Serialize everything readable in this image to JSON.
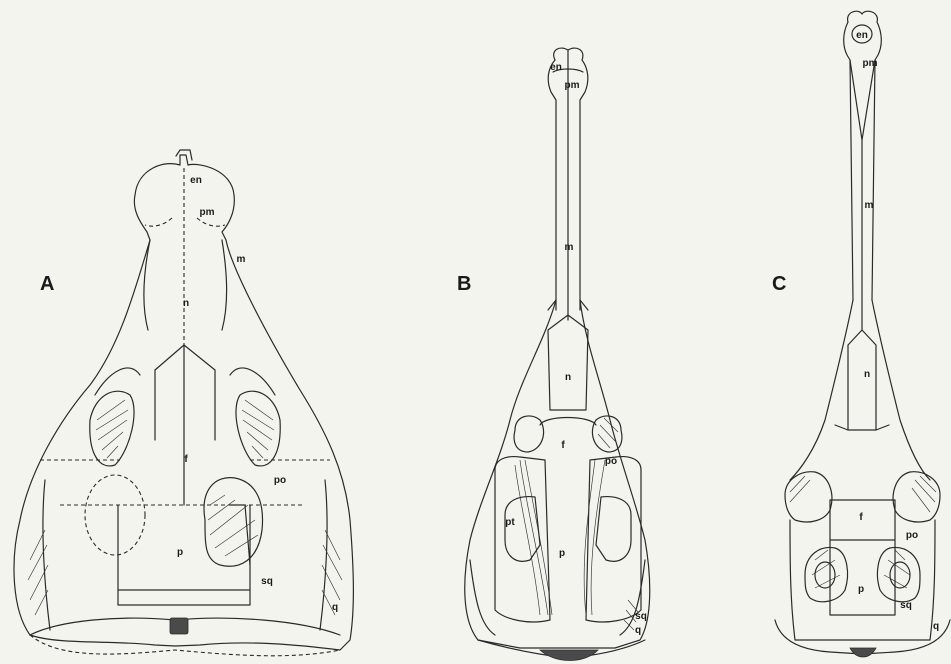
{
  "panels": [
    {
      "id": "A",
      "letter": "A",
      "labels": {
        "en": "en",
        "pm": "pm",
        "m": "m",
        "n": "n",
        "f": "f",
        "po": "po",
        "p": "p",
        "sq": "sq",
        "q": "q"
      }
    },
    {
      "id": "B",
      "letter": "B",
      "labels": {
        "en": "en",
        "pm": "pm",
        "m": "m",
        "n": "n",
        "f": "f",
        "po": "po",
        "pt": "pt",
        "p": "p",
        "sq": "sq",
        "q": "q"
      }
    },
    {
      "id": "C",
      "letter": "C",
      "labels": {
        "en": "en",
        "pm": "pm",
        "m": "m",
        "n": "n",
        "f": "f",
        "po": "po",
        "p": "p",
        "sq": "sq",
        "q": "q"
      }
    }
  ]
}
